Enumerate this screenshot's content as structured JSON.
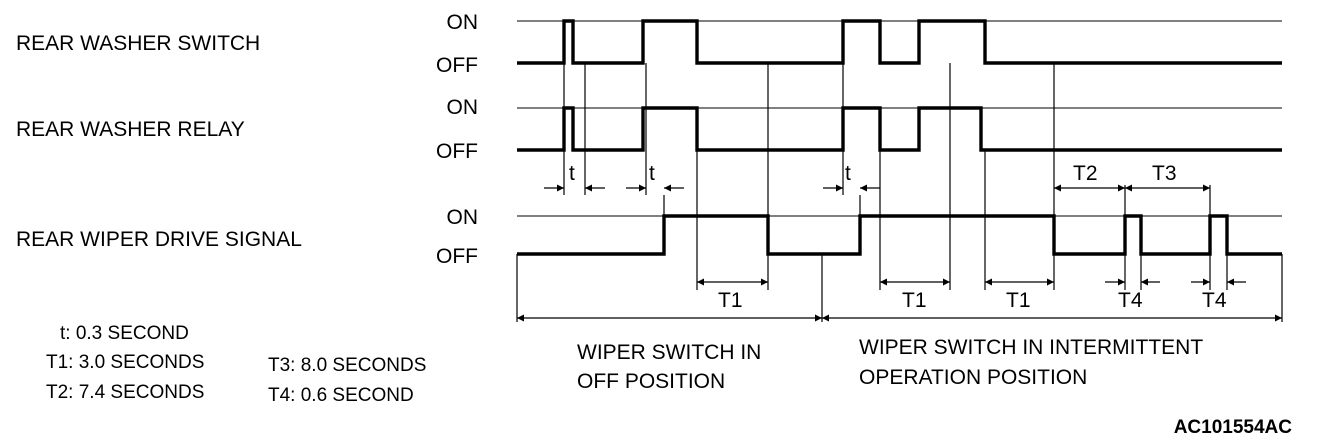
{
  "signals": [
    {
      "label": "REAR WASHER SWITCH",
      "on_label": "ON",
      "off_label": "OFF"
    },
    {
      "label": "REAR WASHER RELAY",
      "on_label": "ON",
      "off_label": "OFF"
    },
    {
      "label": "REAR WIPER DRIVE SIGNAL",
      "on_label": "ON",
      "off_label": "OFF"
    }
  ],
  "intervals": {
    "t": "t",
    "t1": "T1",
    "t2": "T2",
    "t3": "T3",
    "t4": "T4"
  },
  "legend": {
    "t": "t: 0.3 SECOND",
    "t1": "T1: 3.0 SECONDS",
    "t2": "T2: 7.4 SECONDS",
    "t3": "T3: 8.0 SECONDS",
    "t4": "T4: 0.6 SECOND"
  },
  "sections": {
    "off_line1": "WIPER SWITCH IN",
    "off_line2": "OFF POSITION",
    "int_line1": "WIPER SWITCH IN INTERMITTENT",
    "int_line2": "OPERATION POSITION"
  },
  "figure_code": "AC101554AC"
}
